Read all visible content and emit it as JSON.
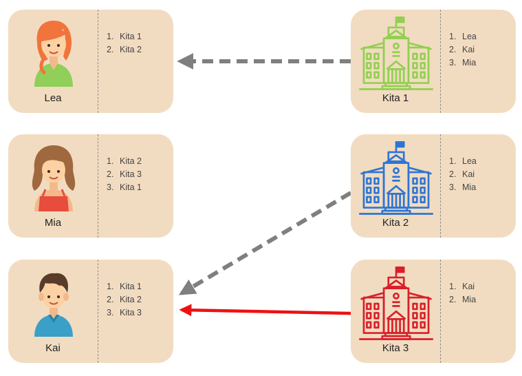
{
  "children": [
    {
      "name": "Lea",
      "prefs": [
        "Kita 1",
        "Kita 2"
      ]
    },
    {
      "name": "Mia",
      "prefs": [
        "Kita 2",
        "Kita 3",
        "Kita 1"
      ]
    },
    {
      "name": "Kai",
      "prefs": [
        "Kita 1",
        "Kita 2",
        "Kita 3"
      ]
    }
  ],
  "kitas": [
    {
      "name": "Kita 1",
      "color": "#92d050",
      "prefs": [
        "Lea",
        "Kai",
        "Mia"
      ]
    },
    {
      "name": "Kita 2",
      "color": "#2e75d6",
      "prefs": [
        "Lea",
        "Kai",
        "Mia"
      ]
    },
    {
      "name": "Kita 3",
      "color": "#d9202a",
      "prefs": [
        "Kai",
        "Mia"
      ]
    }
  ],
  "arrows": [
    {
      "from": "Kita 1",
      "to": "Lea",
      "style": "dashed",
      "color": "#7f7f7f"
    },
    {
      "from": "Kita 2",
      "to": "Kai",
      "style": "dashed",
      "color": "#7f7f7f"
    },
    {
      "from": "Kita 3",
      "to": "Kai",
      "style": "solid",
      "color": "#ee1111"
    }
  ]
}
